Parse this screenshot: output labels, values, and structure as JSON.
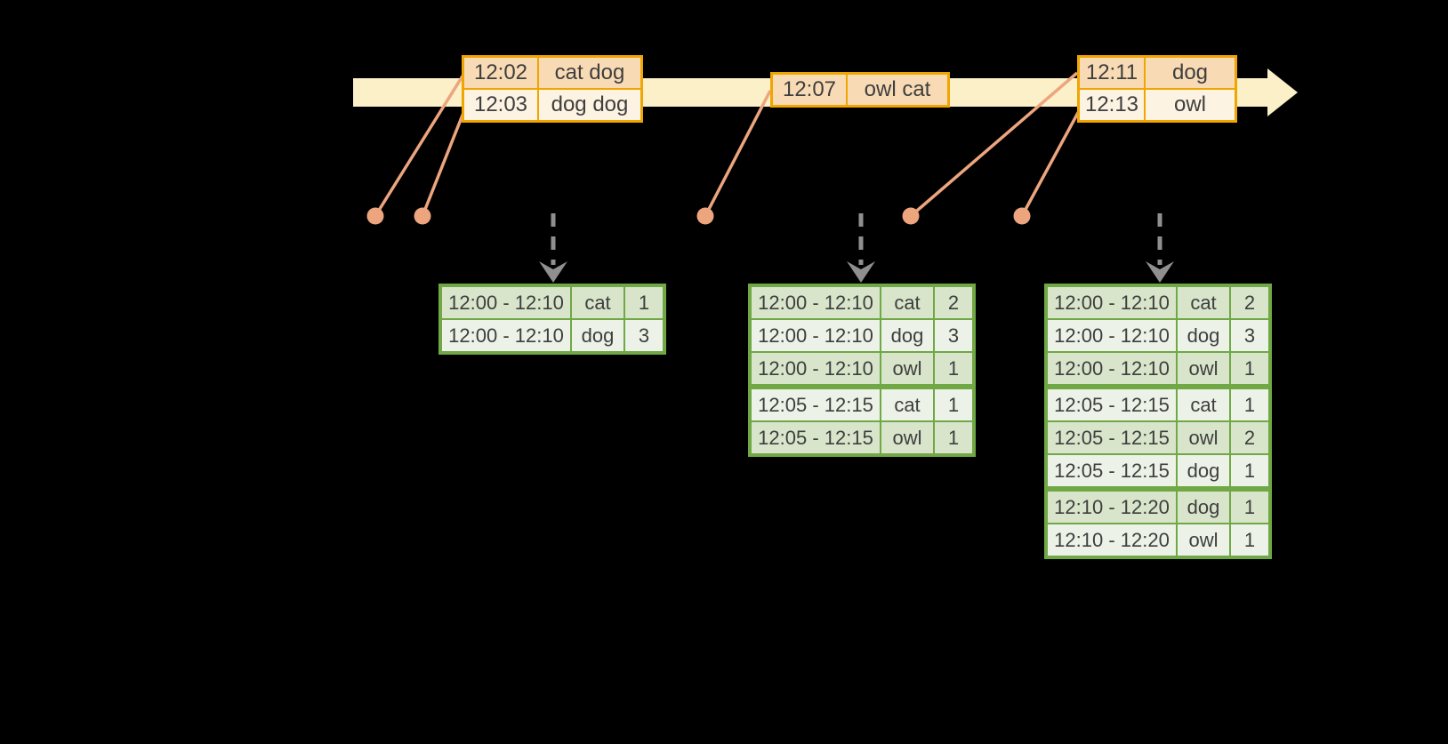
{
  "event_tables": [
    {
      "rows": [
        {
          "time": "12:02",
          "words": "cat dog"
        },
        {
          "time": "12:03",
          "words": "dog dog"
        }
      ]
    },
    {
      "rows": [
        {
          "time": "12:07",
          "words": "owl cat"
        }
      ]
    },
    {
      "rows": [
        {
          "time": "12:11",
          "words": "dog"
        },
        {
          "time": "12:13",
          "words": "owl"
        }
      ]
    }
  ],
  "result_tables": [
    {
      "rows": [
        {
          "window": "12:00 - 12:10",
          "word": "cat",
          "count": "1"
        },
        {
          "window": "12:00 - 12:10",
          "word": "dog",
          "count": "3"
        }
      ]
    },
    {
      "rows": [
        {
          "window": "12:00 - 12:10",
          "word": "cat",
          "count": "2"
        },
        {
          "window": "12:00 - 12:10",
          "word": "dog",
          "count": "3"
        },
        {
          "window": "12:00 - 12:10",
          "word": "owl",
          "count": "1"
        },
        {
          "window": "12:05 - 12:15",
          "word": "cat",
          "count": "1"
        },
        {
          "window": "12:05 - 12:15",
          "word": "owl",
          "count": "1"
        }
      ]
    },
    {
      "rows": [
        {
          "window": "12:00 - 12:10",
          "word": "cat",
          "count": "2"
        },
        {
          "window": "12:00 - 12:10",
          "word": "dog",
          "count": "3"
        },
        {
          "window": "12:00 - 12:10",
          "word": "owl",
          "count": "1"
        },
        {
          "window": "12:05 - 12:15",
          "word": "cat",
          "count": "1"
        },
        {
          "window": "12:05 - 12:15",
          "word": "owl",
          "count": "2"
        },
        {
          "window": "12:05 - 12:15",
          "word": "dog",
          "count": "1"
        },
        {
          "window": "12:10 - 12:20",
          "word": "dog",
          "count": "1"
        },
        {
          "window": "12:10 - 12:20",
          "word": "owl",
          "count": "1"
        }
      ]
    }
  ],
  "colors": {
    "background": "#000000",
    "timeline_band": "#FBF0C8",
    "event_table_border": "#F0A500",
    "event_row_dark": "#F8DBB5",
    "event_row_light": "#FDF3E2",
    "connector": "#EDA57E",
    "trigger_arrow": "#8F8F8F",
    "result_table_border": "#6FA844",
    "result_row_dark": "#D8E5CB",
    "result_row_light": "#ECF2E7",
    "text": "#3E3E3E"
  }
}
